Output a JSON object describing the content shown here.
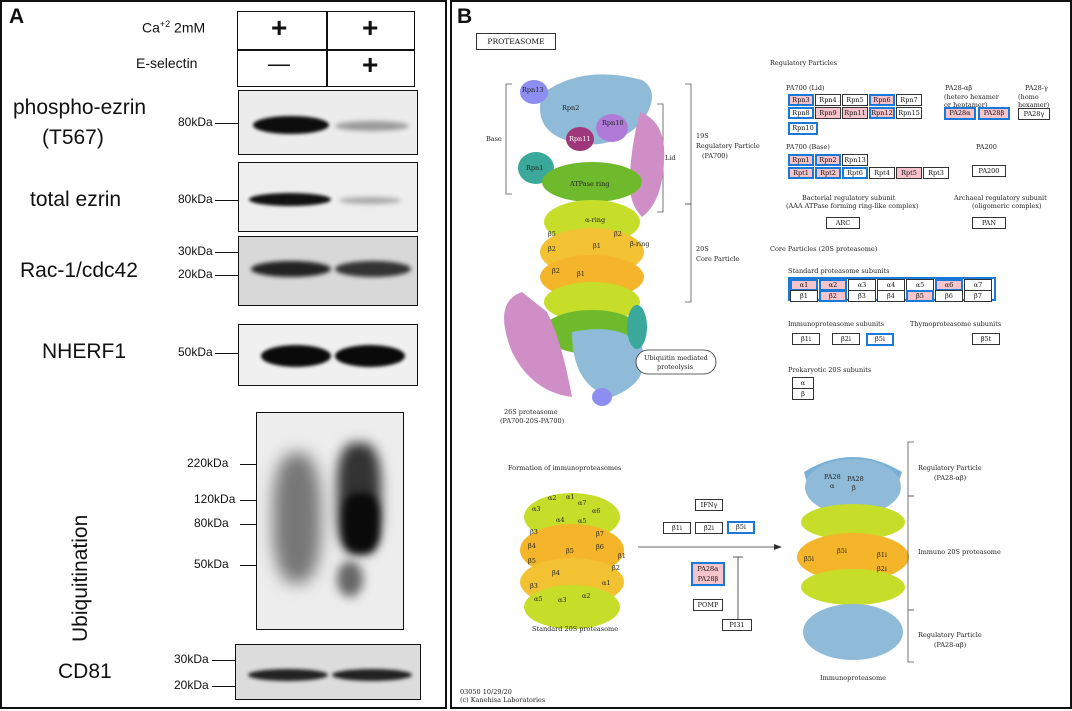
{
  "panel_a": {
    "letter": "A",
    "header_rows": [
      {
        "label": "Ca⁺² 2mM",
        "lane1": "+",
        "lane2": "+"
      },
      {
        "label": "E-selectin",
        "lane1": "—",
        "lane2": "+"
      }
    ],
    "blots": [
      {
        "label": "phospho-ezrin",
        "label2": "(T567)",
        "markers": [
          "80kDa"
        ]
      },
      {
        "label": "total ezrin",
        "markers": [
          "80kDa"
        ]
      },
      {
        "label": "Rac-1/cdc42",
        "markers": [
          "30kDa",
          "20kDa"
        ]
      },
      {
        "label": "NHERF1",
        "markers": [
          "50kDa"
        ]
      },
      {
        "label": "Ubiquitination",
        "markers": [
          "220kDa",
          "120kDa",
          "80kDa",
          "50kDa"
        ]
      },
      {
        "label": "CD81",
        "markers": [
          "30kDa",
          "20kDa"
        ]
      }
    ]
  },
  "panel_b": {
    "letter": "B",
    "title_box": "PROTEASOME",
    "left_labels": {
      "base": "Base",
      "lid": "Lid",
      "rpn13": "Rpn13",
      "rpn2": "Rpn2",
      "rpn10": "Rpn10",
      "rpn11": "Rpn11",
      "rpn1": "Rpn1",
      "atpase": "ATPase ring",
      "alpha_ring": "α-ring",
      "beta_ring": "β-ring",
      "b5": "β5",
      "b2a": "β2",
      "b1": "β1",
      "b2": "β2",
      "b1b": "β1",
      "reg19s": "19S",
      "reg19s_2": "Regulatory Particle",
      "reg19s_3": "(PA700)",
      "core20s": "20S",
      "core20s_2": "Core Particle",
      "ubiquitin": "Ubiquitin mediated",
      "ubiquitin2": "proteolysis",
      "p26s": "26S proteasome",
      "p26s_2": "(PA700-20S-PA700)"
    },
    "regulatory": {
      "heading": "Regulatory Particles",
      "lid_title": "PA700 (Lid)",
      "lid_row1": [
        "Rpn3",
        "Rpn4",
        "Rpn5",
        "Rpn6",
        "Rpn7"
      ],
      "lid_row2": [
        "Rpn8",
        "Rpn9",
        "Rpn11",
        "Rpn12",
        "Rpn15"
      ],
      "lid_row3": [
        "Rpn10"
      ],
      "pa28ab_title": "PA28-αβ",
      "pa28ab_sub": "(hetero hexamer",
      "pa28ab_sub2": "or heptamer)",
      "pa28ab_items": [
        "PA28α",
        "PA28β"
      ],
      "pa28g_title": "PA28-γ",
      "pa28g_sub": "(homo hexamer)",
      "pa28g_item": "PA28γ",
      "base_title": "PA700 (Base)",
      "base_row1": [
        "Rpn1",
        "Rpn2",
        "Rpn13"
      ],
      "base_row2": [
        "Rpt1",
        "Rpt2",
        "Rpt6",
        "Rpt4",
        "Rpt5",
        "Rpt3"
      ],
      "pa200_title": "PA200",
      "pa200_item": "PA200",
      "bact_title": "Bacterial regulatory subunit",
      "bact_sub": "(AAA ATPase forming ring-like complex)",
      "bact_item": "ARC",
      "arch_title": "Archaeal regulatory subunit",
      "arch_sub": "(oligomeric complex)",
      "arch_item": "PAN"
    },
    "core": {
      "heading": "Core Particles (20S proteasome)",
      "std_title": "Standard proteasome subunits",
      "alpha": [
        "α1",
        "α2",
        "α3",
        "α4",
        "α5",
        "α6",
        "α7"
      ],
      "beta": [
        "β1",
        "β2",
        "β3",
        "β4",
        "β5",
        "β6",
        "β7"
      ],
      "immuno_title": "Immunoproteasome subunits",
      "immuno": [
        "β1i",
        "β2i",
        "β5i"
      ],
      "thymo_title": "Thymoproteasome subunits",
      "thymo": "β5t",
      "prok_title": "Prokaryotic 20S subunits",
      "prok": [
        "α",
        "β"
      ]
    },
    "formation": {
      "heading": "Formation of immunoproteasomes",
      "ifn": "IFNγ",
      "immuno_boxes": [
        "β1i",
        "β2i",
        "β5i"
      ],
      "pa28_boxes": [
        "PA28α",
        "PA28β"
      ],
      "pomp": "POMP",
      "pi31": "PI31",
      "std_caption": "Standard 20S proteasome",
      "immuno_caption": "Immunoproteasome",
      "reg1": "Regulatory Particle",
      "reg1_sub": "(PA28-αβ)",
      "immuno20s": "Immuno 20S proteasome",
      "reg2": "Regulatory Particle",
      "reg2_sub": "(PA28-αβ)",
      "pa28a_lbl": "PA28",
      "pa28a_sym": "α",
      "pa28b_lbl": "PA28",
      "pa28b_sym": "β",
      "ring_labels": [
        "α1",
        "α2",
        "α3",
        "α4",
        "α5",
        "α6",
        "α7",
        "β5i",
        "β1i",
        "β2i",
        "β"
      ],
      "std_ring": [
        "α2",
        "α1",
        "α7",
        "α3",
        "α4",
        "α5",
        "α6",
        "β3",
        "β4",
        "β5",
        "β6",
        "β7",
        "β5",
        "β1",
        "β2",
        "β4",
        "β3",
        "α5",
        "α3",
        "α2",
        "α1"
      ]
    },
    "footer1": "03050 10/29/20",
    "footer2": "(c) Kanehisa Laboratories"
  }
}
